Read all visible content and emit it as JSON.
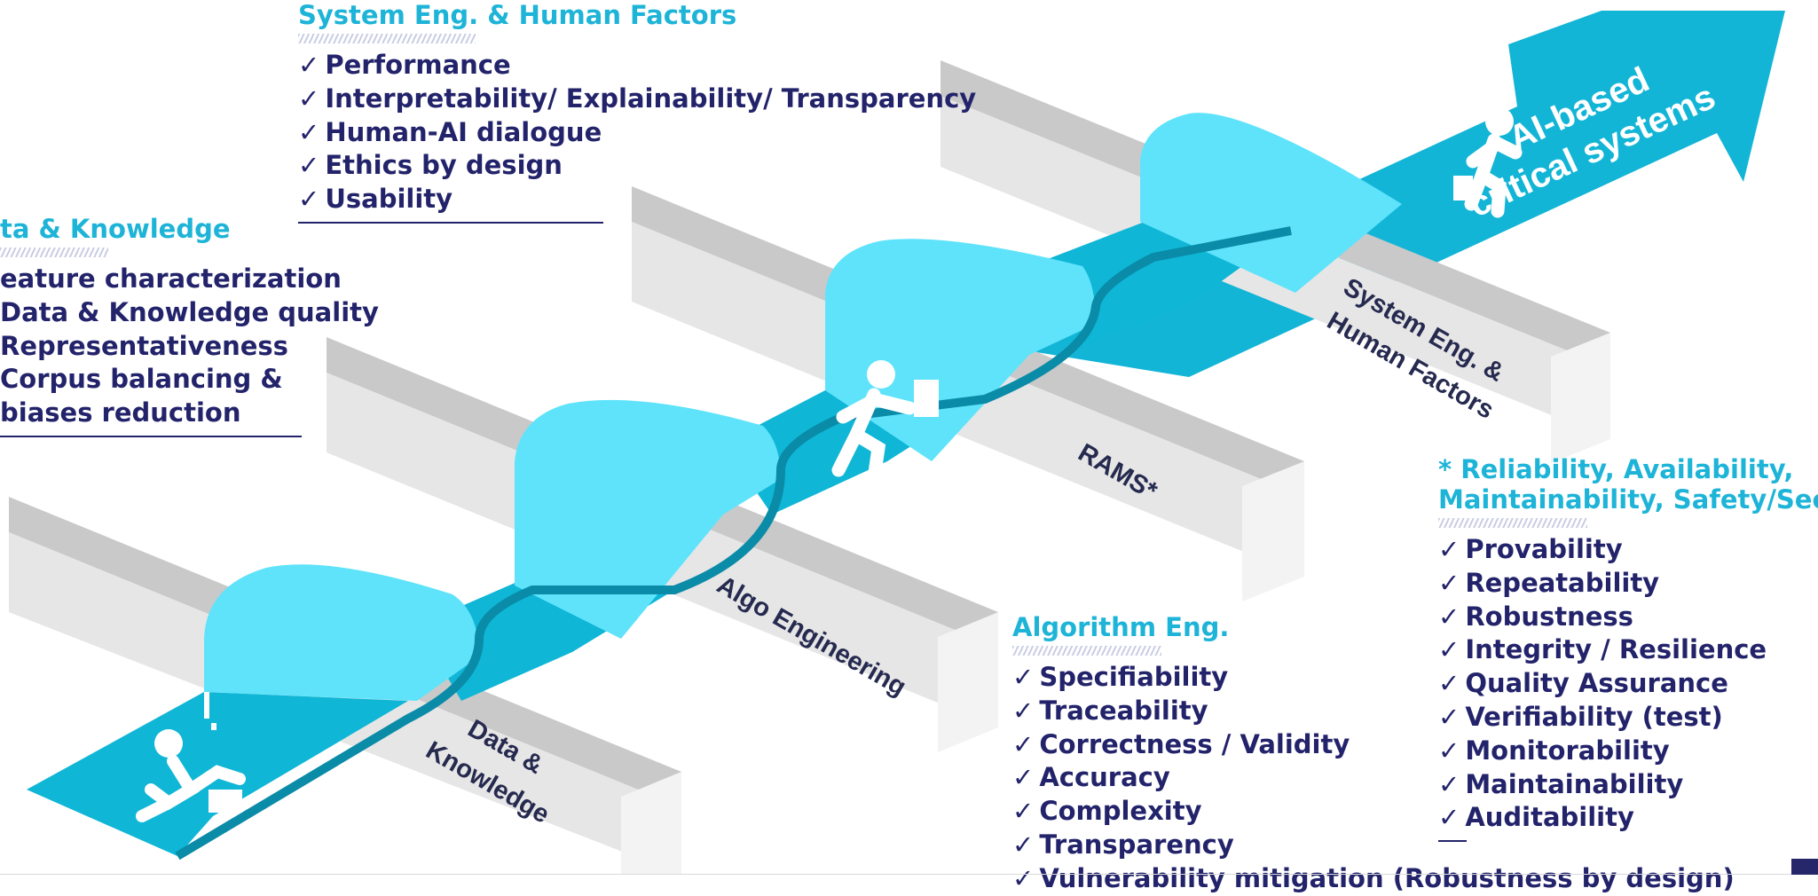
{
  "colors": {
    "accent": "#1db4d8",
    "text_dark": "#23236b",
    "ribbon_light": "#5ee3fb",
    "ribbon_mid": "#0fb6d6",
    "ribbon_edge": "#0a8ba7",
    "block_top": "#c9c9c9",
    "block_front": "#e6e6e6",
    "block_side": "#f3f3f3"
  },
  "arrow": {
    "label_line1": "AI-based",
    "label_line2": "critical systems",
    "icon": "running-person-briefcase-icon"
  },
  "blocks": [
    {
      "label_line1": "Data &",
      "label_line2": "Knowledge"
    },
    {
      "label_line1": "Algo Engineering",
      "label_line2": ""
    },
    {
      "label_line1": "RAMS*",
      "label_line2": ""
    },
    {
      "label_line1": "System Eng. &",
      "label_line2": "Human Factors"
    }
  ],
  "figures": [
    {
      "icon": "pushing-person-alert-icon"
    },
    {
      "icon": "running-person-briefcase-icon"
    }
  ],
  "panels": {
    "system_eng": {
      "title": "System Eng. & Human Factors",
      "items": [
        "Performance",
        "Interpretability/ Explainability/ Transparency",
        "Human-AI dialogue",
        "Ethics by design",
        "Usability"
      ]
    },
    "data_knowledge": {
      "title": "ta & Knowledge",
      "items": [
        "eature characterization",
        "Data & Knowledge quality",
        "Representativeness",
        "Corpus balancing &",
        "biases reduction"
      ]
    },
    "algorithm_eng": {
      "title": "Algorithm Eng.",
      "items": [
        "Specifiability",
        "Traceability",
        "Correctness / Validity",
        "Accuracy",
        "Complexity",
        "Transparency",
        "Vulnerability mitigation (Robustness by design)"
      ]
    },
    "rams": {
      "title_line1": "* Reliability, Availability,",
      "title_line2": "Maintainability, Safety/Security",
      "items": [
        "Provability",
        "Repeatability",
        "Robustness",
        "Integrity / Resilience",
        "Quality Assurance",
        "Verifiability (test)",
        "Monitorability",
        "Maintainability",
        "Auditability"
      ]
    }
  }
}
